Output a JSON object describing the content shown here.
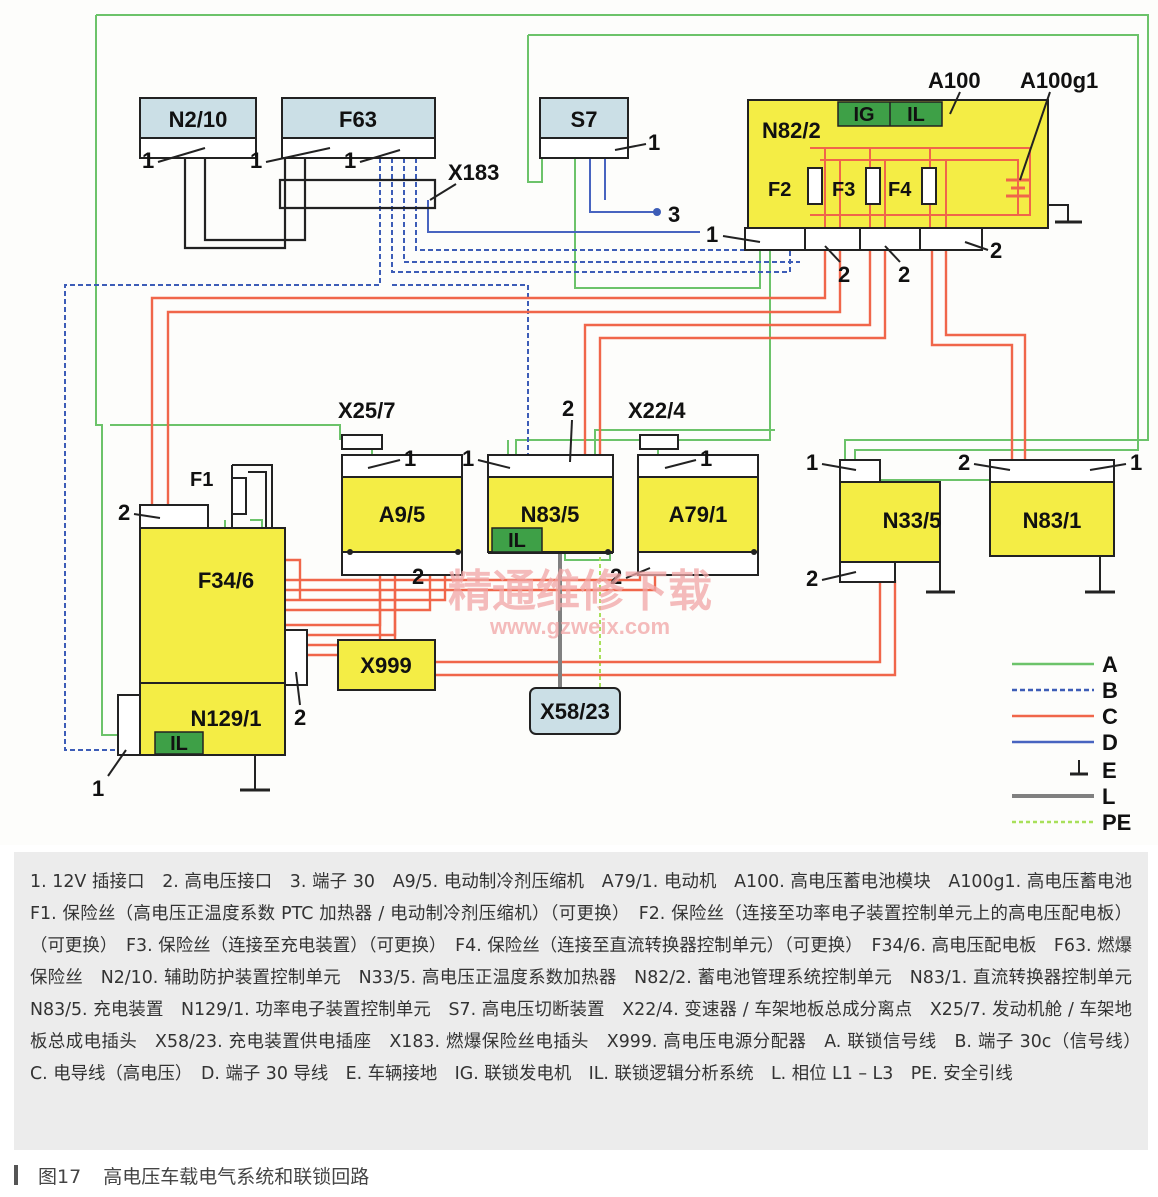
{
  "colors": {
    "A": "#6cc36a",
    "B": "#3d5db7",
    "C": "#f0664a",
    "D": "#4864c0",
    "L": "#808080",
    "PE": "#a8e05a",
    "component_yellow": "#f4ed45",
    "header_blue": "#cbdfe6",
    "il_green": "#3ea047"
  },
  "components": {
    "n2_10": "N2/10",
    "f63": "F63",
    "s7": "S7",
    "n82_2": "N82/2",
    "a100": "A100",
    "a100g1": "A100g1",
    "ig": "IG",
    "il": "IL",
    "f1": "F1",
    "f2": "F2",
    "f3": "F3",
    "f4": "F4",
    "f34_6": "F34/6",
    "n129_1": "N129/1",
    "a9_5": "A9/5",
    "n83_5": "N83/5",
    "a79_1": "A79/1",
    "n33_5": "N33/5",
    "n83_1": "N83/1",
    "x999": "X999",
    "x58_23": "X58/23",
    "x183": "X183",
    "x25_7": "X25/7",
    "x22_4": "X22/4"
  },
  "pins": {
    "p1": "1",
    "p2": "2",
    "p3": "3"
  },
  "legend": [
    {
      "key": "A",
      "style": "solid",
      "color": "#6cc36a"
    },
    {
      "key": "B",
      "style": "dashed",
      "color": "#3d5db7"
    },
    {
      "key": "C",
      "style": "solid",
      "color": "#f0664a"
    },
    {
      "key": "D",
      "style": "solid",
      "color": "#4864c0"
    },
    {
      "key": "E",
      "style": "ground",
      "color": "#222222"
    },
    {
      "key": "L",
      "style": "thick",
      "color": "#808080"
    },
    {
      "key": "PE",
      "style": "dashed",
      "color": "#a8e05a"
    }
  ],
  "watermark": {
    "line1": "精通维修下载",
    "line2": "www.gzweix.com"
  },
  "caption": "1. 12V 插接口　2. 高电压接口　3. 端子 30　A9/5. 电动制冷剂压缩机　A79/1. 电动机　A100. 高电压蓄电池模块　A100g1. 高电压蓄电池　F1. 保险丝（高电压正温度系数 PTC 加热器 / 电动制冷剂压缩机）（可更换）　F2. 保险丝（连接至功率电子装置控制单元上的高电压配电板）（可更换）　F3. 保险丝（连接至充电装置）（可更换）　F4. 保险丝（连接至直流转换器控制单元）（可更换）　F34/6. 高电压配电板　F63. 燃爆保险丝　N2/10. 辅助防护装置控制单元　N33/5. 高电压正温度系数加热器　N82/2. 蓄电池管理系统控制单元　N83/1. 直流转换器控制单元　N83/5. 充电装置　N129/1. 功率电子装置控制单元　S7. 高电压切断装置　X22/4. 变速器 / 车架地板总成分离点　X25/7. 发动机舱 / 车架地板总成电插头　X58/23. 充电装置供电插座　X183. 燃爆保险丝电插头　X999. 高电压电源分配器　A. 联锁信号线　B. 端子 30c（信号线）　C. 电导线（高电压）　D. 端子 30 导线　E. 车辆接地　IG. 联锁发电机　IL. 联锁逻辑分析系统　L. 相位 L1 – L3　PE. 安全引线",
  "figure": {
    "number": "图17",
    "title": "高电压车载电气系统和联锁回路"
  }
}
